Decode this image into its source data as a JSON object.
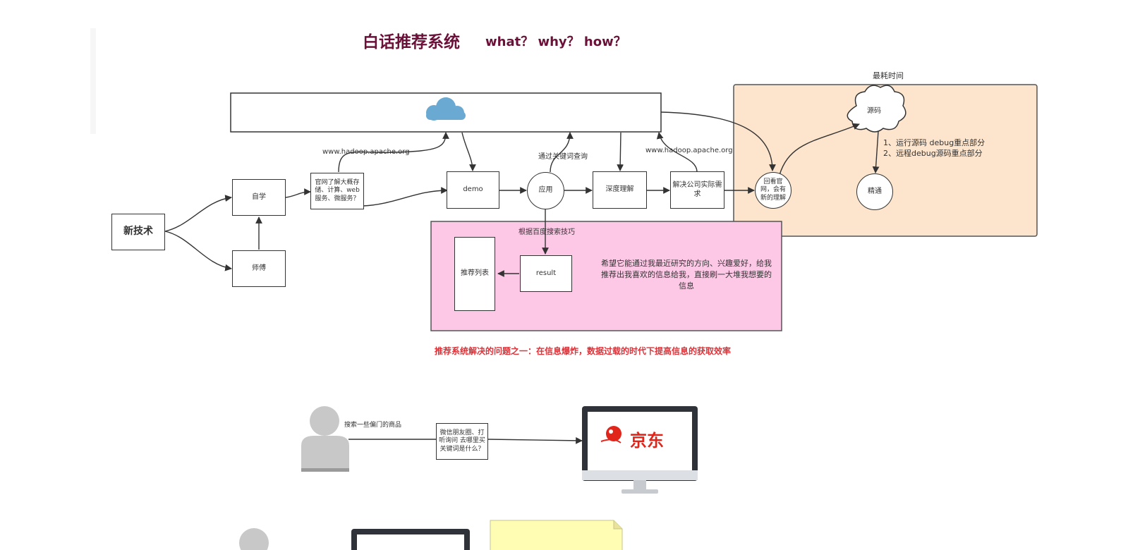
{
  "title": {
    "main": "白话推荐系统",
    "sub": "what？ why？ how？",
    "main_color": "#6b1038"
  },
  "nodes": {
    "new_tech": "新技术",
    "self_study": "自学",
    "mentor": "师傅",
    "official_site": "官网了解大概存储、计算、web服务、微服务？",
    "demo": "demo",
    "apply": "应用",
    "deep": "深度理解",
    "company": "解决公司实际需求",
    "revisit": "回看官网，会有新的理解",
    "source_code": "源码",
    "master": "精通",
    "rec_list": "推荐列表",
    "result": "result",
    "wechat": "微信朋友圈、打听询问 去哪里买关键词是什么？"
  },
  "labels": {
    "hadoop_url_1": "www.hadoop.apache.org",
    "hadoop_url_2": "www.hadoop.apache.org",
    "keyword_query": "通过关键词查询",
    "most_time": "最耗时间",
    "debug_1": "1、运行源码 debug重点部分",
    "debug_2": "2、远程debug源码重点部分",
    "baidu_search": "根据百度搜索技巧",
    "wish": "希望它能通过我最近研究的方向、兴趣爱好，给我推荐出我喜欢的信息给我，直接刷一大堆我想要的信息",
    "problem": "推荐系统解决的问题之一：在信息爆炸，数据过载的时代下提高信息的获取效率",
    "search_goods": "搜索一些偏门的商品",
    "jd_brand": "京东"
  },
  "colors": {
    "orange_region": "#fde4cc",
    "pink_region": "#fdc8e6",
    "problem_text": "#d9343a",
    "cloud": "#6aa9d2",
    "jd_red": "#e1251b",
    "note_yellow": "#fffcb3",
    "person_gray": "#c8c8c8"
  },
  "icons": [
    "cloud-icon",
    "person-icon",
    "monitor-icon",
    "jd-mascot-icon",
    "note-icon"
  ]
}
